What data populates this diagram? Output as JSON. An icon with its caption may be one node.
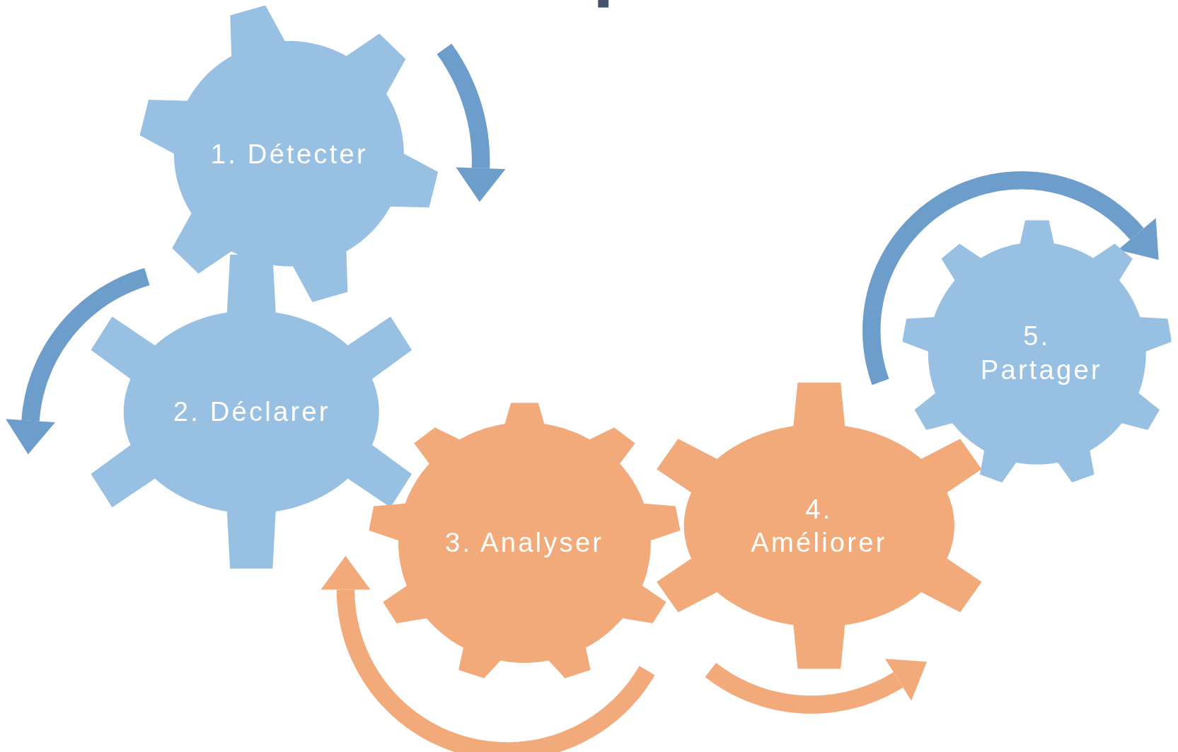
{
  "diagram": {
    "nodes": [
      {
        "text": [
          "1. Détecter"
        ]
      },
      {
        "text": [
          "2. Déclarer"
        ]
      },
      {
        "text": [
          "3. Analyser"
        ]
      },
      {
        "text": [
          "4. Améliorer"
        ]
      },
      {
        "text": [
          "5. Partager"
        ]
      }
    ]
  }
}
